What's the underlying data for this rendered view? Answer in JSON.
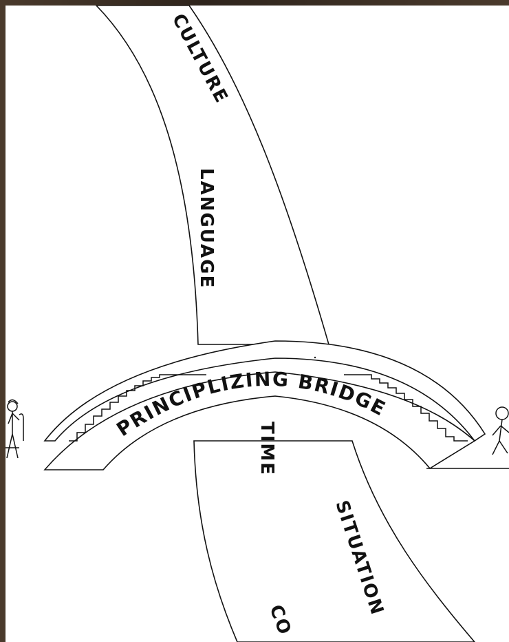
{
  "labels": {
    "culture": "CULTURE",
    "language": "LANGUAGE",
    "bridge": "PRINCIPLIZING BRIDGE",
    "time": "TIME",
    "situation": "SITUATION",
    "bottom_partial": "CO"
  },
  "figures": {
    "left": "stick-figure-with-cane",
    "right": "stick-figure-walking"
  },
  "colors": {
    "ink": "#111111",
    "paper": "#ffffff",
    "frame": "#3a2e24"
  }
}
